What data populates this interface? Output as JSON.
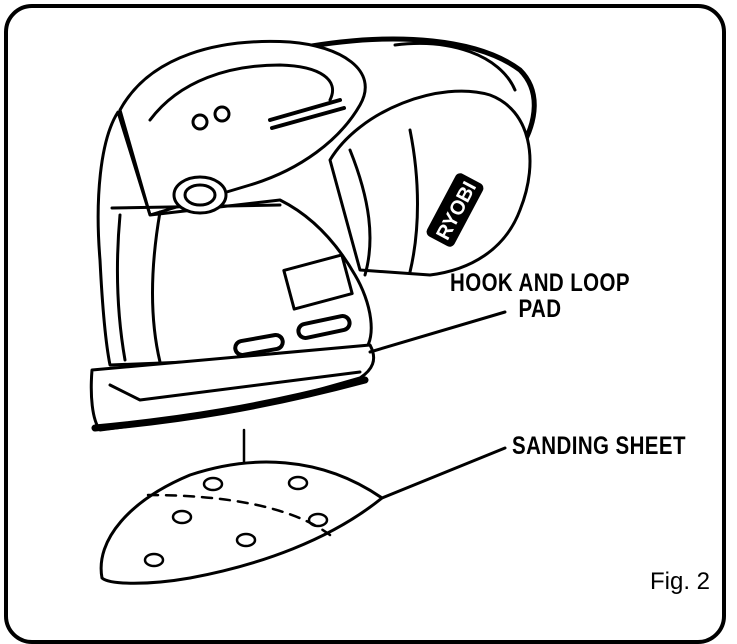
{
  "labels": {
    "hook_line1": "HOOK AND LOOP",
    "hook_line2": "PAD",
    "sanding_sheet": "SANDING SHEET",
    "figure": "Fig. 2"
  },
  "brand_logo_text": "RYOBI",
  "colors": {
    "ink": "#000000",
    "paper": "#ffffff"
  }
}
